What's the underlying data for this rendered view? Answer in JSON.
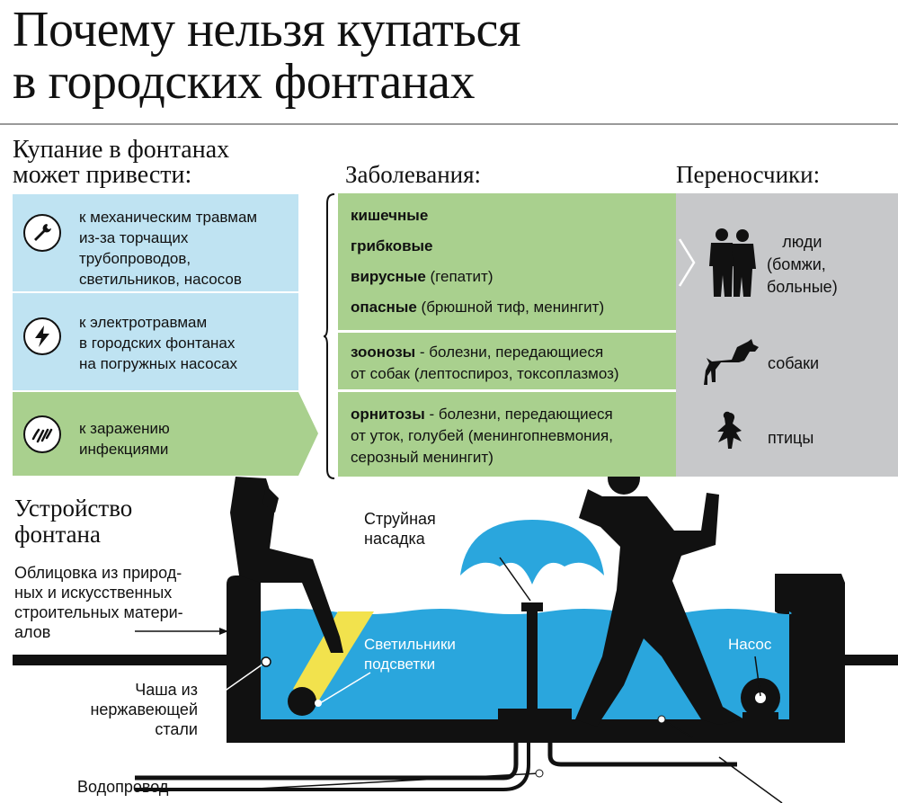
{
  "title": {
    "line1": "Почему нельзя купаться",
    "line2": "в городских фонтанах"
  },
  "consequences": {
    "heading_line1": "Купание в фонтанах",
    "heading_line2": "может привести:",
    "items": [
      {
        "icon": "wrench-icon",
        "lines": [
          "к механическим травмам",
          "из-за торчащих",
          "трубопроводов,",
          "светильников, насосов"
        ]
      },
      {
        "icon": "lightning-icon",
        "lines": [
          "к электротравмам",
          "в городских фонтанах",
          "на погружных насосах"
        ]
      },
      {
        "icon": "bacteria-icon",
        "lines": [
          "к заражению",
          "инфекциями"
        ]
      }
    ]
  },
  "diseases": {
    "heading": "Заболевания:",
    "group1": [
      {
        "bold": "кишечные",
        "rest": ""
      },
      {
        "bold": "грибковые",
        "rest": ""
      },
      {
        "bold": "вирусные",
        "rest": " (гепатит)"
      },
      {
        "bold": "опасные",
        "rest": " (брюшной тиф, менингит)"
      }
    ],
    "group2": {
      "bold": "зоонозы",
      "line1_rest": " - болезни, передающиеся",
      "line2": "от собак (лептоспироз, токсоплазмоз)"
    },
    "group3": {
      "bold": "орнитозы",
      "line1_rest": " - болезни, передающиеся",
      "line2": "от уток, голубей (менингопневмония,",
      "line3": "серозный менингит)"
    }
  },
  "carriers": {
    "heading": "Переносчики:",
    "people_lines": [
      "люди",
      "(бомжи,",
      "больные)"
    ],
    "dogs": "собаки",
    "birds": "птицы"
  },
  "fountain": {
    "heading_line1": "Устройство",
    "heading_line2": "фонтана",
    "cladding_lines": [
      "Облицовка из природ-",
      "ных и искусственных",
      "строительных матери-",
      "алов"
    ],
    "nozzle_lines": [
      "Струйная",
      "насадка"
    ],
    "lights_lines": [
      "Светильники",
      "подсветки"
    ],
    "pump": "Насос",
    "bowl_lines": [
      "Чаша из",
      "нержавеющей",
      "стали"
    ],
    "water_pipe": "Водопровод"
  },
  "colors": {
    "blue_box": "#bfe3f2",
    "green_box": "#a9d08e",
    "gray_box": "#c7c8ca",
    "water": "#2aa6dd",
    "silhouette": "#111111"
  }
}
